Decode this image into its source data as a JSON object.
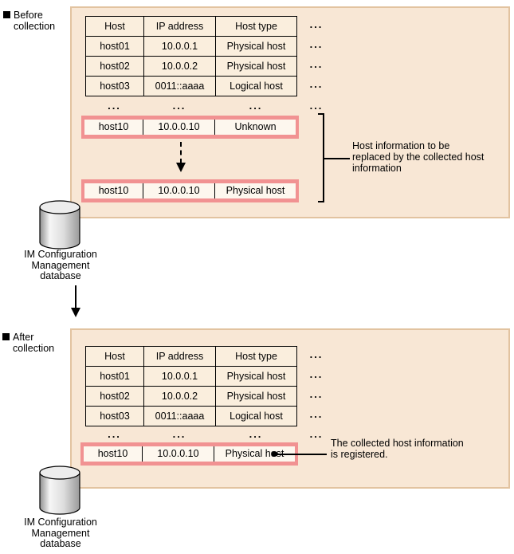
{
  "sections": {
    "before": {
      "marker": "■",
      "label_line1": "Before",
      "label_line2": "collection"
    },
    "after": {
      "marker": "■",
      "label_line1": "After",
      "label_line2": "collection"
    }
  },
  "table": {
    "headers": [
      "Host",
      "IP address",
      "Host type"
    ],
    "rows": [
      {
        "host": "host01",
        "ip": "10.0.0.1",
        "type": "Physical host"
      },
      {
        "host": "host02",
        "ip": "10.0.0.2",
        "type": "Physical host"
      },
      {
        "host": "host03",
        "ip": "0011::aaaa",
        "type": "Logical host"
      }
    ],
    "ellipsis": "..."
  },
  "before_detail": {
    "unknown_row": {
      "host": "host10",
      "ip": "10.0.0.10",
      "type": "Unknown"
    },
    "replaced_row": {
      "host": "host10",
      "ip": "10.0.0.10",
      "type": "Physical host"
    },
    "annotation_lines": [
      "Host information to be",
      "replaced by the collected host",
      "information"
    ]
  },
  "after_detail": {
    "registered_row": {
      "host": "host10",
      "ip": "10.0.0.10",
      "type": "Physical host"
    },
    "annotation_lines": [
      "The collected host information",
      "is registered."
    ]
  },
  "database": {
    "label_lines": [
      "IM Configuration",
      "Management",
      "database"
    ]
  },
  "colors": {
    "panel_bg": "#f8e7d5",
    "panel_border": "#e2c3a0",
    "highlight_border": "#f19292",
    "cell_bg": "#faeedd",
    "highlight_cell_bg": "#fdf7ee"
  }
}
